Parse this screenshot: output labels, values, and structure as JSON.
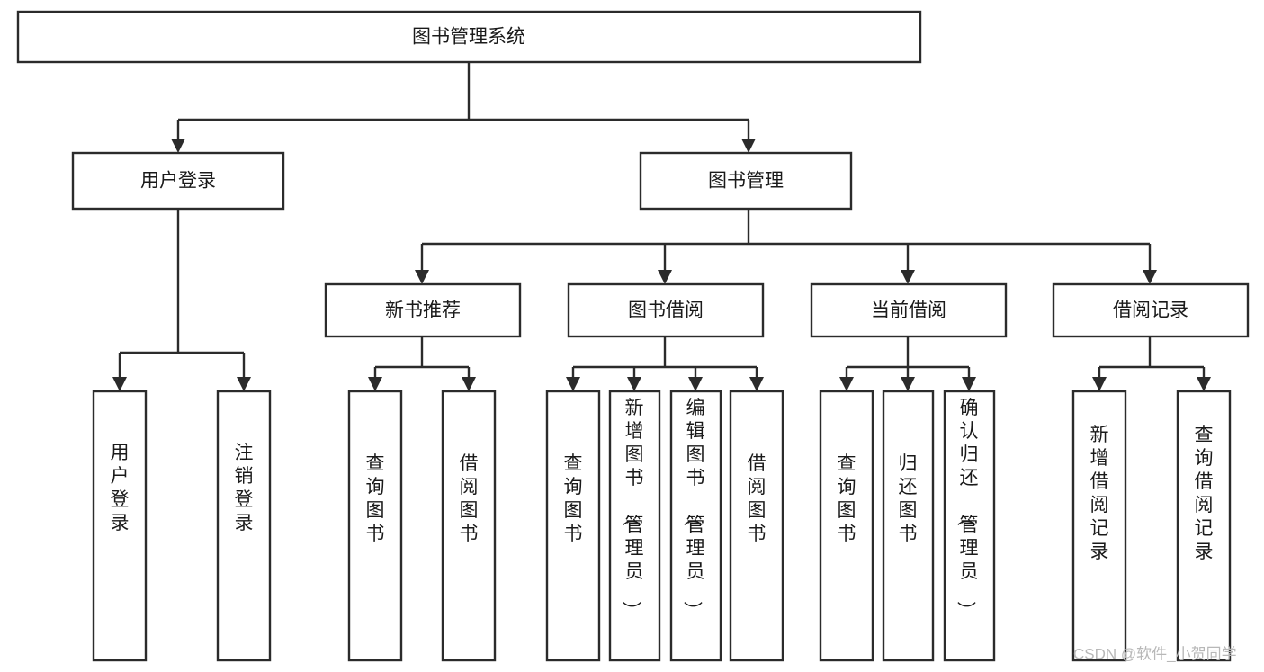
{
  "diagram": {
    "type": "tree-hierarchy",
    "title": "图书管理系统",
    "orientation": "top-down",
    "colors": {
      "box_fill": "#ffffff",
      "box_stroke": "#2b2b2b",
      "text": "#1a1a1a",
      "background": "#ffffff",
      "watermark": "#b8b8b8"
    },
    "nodes": {
      "root": {
        "label": "图书管理系统"
      },
      "level2": [
        {
          "id": "user-login",
          "label": "用户登录"
        },
        {
          "id": "book-manage",
          "label": "图书管理"
        }
      ],
      "level3": [
        {
          "id": "new-book-rec",
          "label": "新书推荐"
        },
        {
          "id": "book-borrow",
          "label": "图书借阅"
        },
        {
          "id": "current-borrow",
          "label": "当前借阅"
        },
        {
          "id": "borrow-record",
          "label": "借阅记录"
        }
      ],
      "leaves": {
        "user-login": [
          {
            "id": "leaf-user-login",
            "label": "用户登录"
          },
          {
            "id": "leaf-logout-login",
            "label": "注销登录"
          }
        ],
        "new-book-rec": [
          {
            "id": "leaf-query-book-1",
            "label": "查询图书"
          },
          {
            "id": "leaf-borrow-book-1",
            "label": "借阅图书"
          }
        ],
        "book-borrow": [
          {
            "id": "leaf-query-book-2",
            "label": "查询图书"
          },
          {
            "id": "leaf-add-book",
            "label": "新增图书（管理员）"
          },
          {
            "id": "leaf-edit-book",
            "label": "编辑图书（管理员）"
          },
          {
            "id": "leaf-borrow-book-2",
            "label": "借阅图书"
          }
        ],
        "current-borrow": [
          {
            "id": "leaf-query-book-3",
            "label": "查询图书"
          },
          {
            "id": "leaf-return-book",
            "label": "归还图书"
          },
          {
            "id": "leaf-confirm-return",
            "label": "确认归还（管理员）"
          }
        ],
        "borrow-record": [
          {
            "id": "leaf-add-record",
            "label": "新增借阅记录"
          },
          {
            "id": "leaf-query-record",
            "label": "查询借阅记录"
          }
        ]
      }
    },
    "watermark": "CSDN @软件_小贺同学"
  }
}
